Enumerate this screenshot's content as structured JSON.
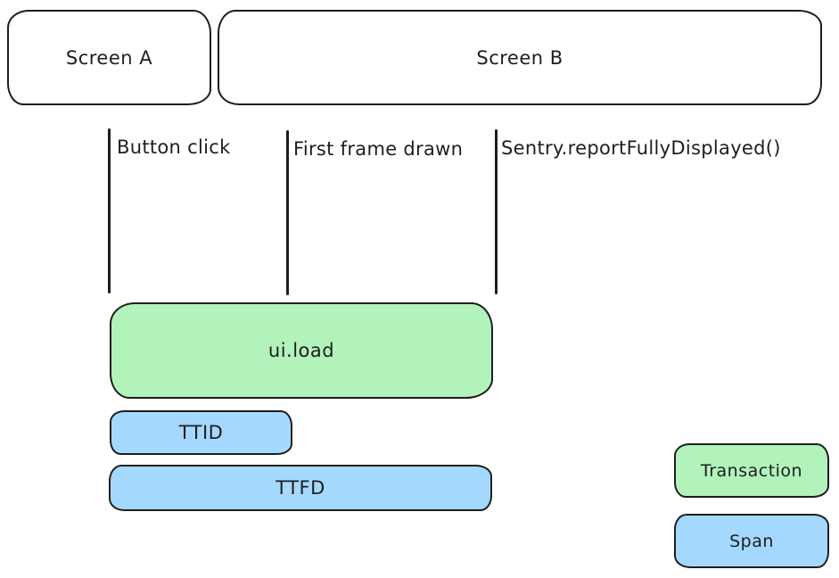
{
  "canvas": {
    "background": "#ffffff",
    "stroke_color": "#1e1e1e",
    "transaction_color": "#b2f2bb",
    "span_color": "#a5d8ff"
  },
  "screens": [
    {
      "label": "Screen A"
    },
    {
      "label": "Screen B"
    }
  ],
  "timeline_markers": [
    {
      "label": "Button click"
    },
    {
      "label": "First frame drawn"
    },
    {
      "label": "Sentry.reportFullyDisplayed()"
    }
  ],
  "bars": [
    {
      "label": "ui.load",
      "kind": "transaction"
    },
    {
      "label": "TTID",
      "kind": "span"
    },
    {
      "label": "TTFD",
      "kind": "span"
    }
  ],
  "legend": [
    {
      "label": "Transaction",
      "kind": "transaction"
    },
    {
      "label": "Span",
      "kind": "span"
    }
  ]
}
